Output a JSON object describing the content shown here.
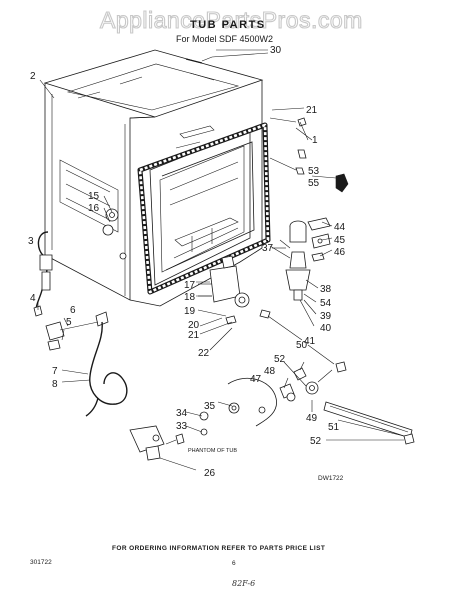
{
  "watermark": "AppliancePartsPros.com",
  "title": "TUB PARTS",
  "subtitle": "For Model SDF 4500W2",
  "callouts": {
    "c1": "1",
    "c2": "2",
    "c3": "3",
    "c4": "4",
    "c5": "5",
    "c6": "6",
    "c7": "7",
    "c8": "8",
    "c15": "15",
    "c16": "16",
    "c17": "17",
    "c18": "18",
    "c19": "19",
    "c20": "20",
    "c21a": "21",
    "c21b": "21",
    "c22": "22",
    "c26": "26",
    "c30": "30",
    "c33": "33",
    "c34": "34",
    "c35": "35",
    "c37": "37",
    "c38": "38",
    "c39": "39",
    "c40": "40",
    "c41": "41",
    "c44": "44",
    "c45": "45",
    "c46": "46",
    "c47": "47",
    "c48": "48",
    "c49": "49",
    "c50": "50",
    "c51": "51",
    "c52a": "52",
    "c52b": "52",
    "c53": "53",
    "c54": "54",
    "c55": "55"
  },
  "phantom_label": "PHANTOM OF TUB",
  "diagram_code": "DW1722",
  "footer_note": "FOR ORDERING INFORMATION REFER TO PARTS PRICE LIST",
  "footer_left": "301722",
  "page_number": "6",
  "signature": "82F-6"
}
